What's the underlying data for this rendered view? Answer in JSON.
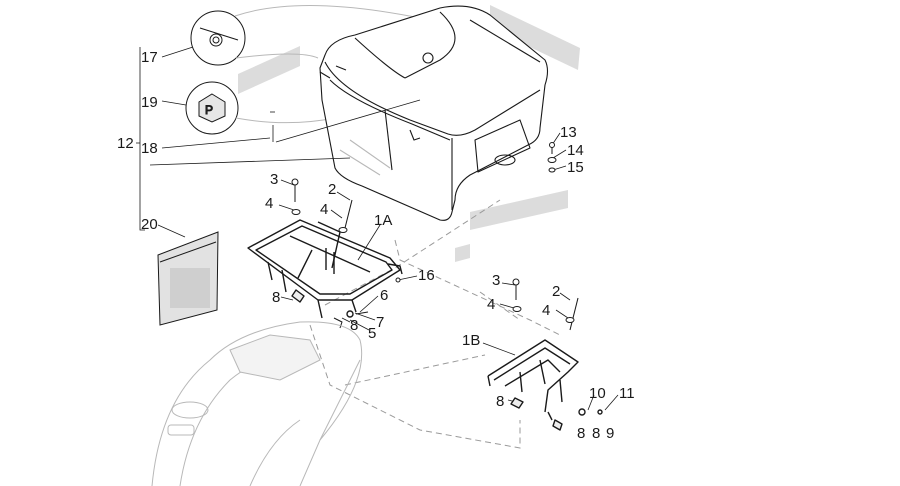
{
  "callouts": {
    "c17": "17",
    "c19": "19",
    "c12": "12",
    "c18": "18",
    "c20": "20",
    "c3a": "3",
    "c2a": "2",
    "c4a": "4",
    "c4b": "4",
    "c1a": "1A",
    "c16": "16",
    "c8a": "8",
    "c6": "6",
    "c8b": "8",
    "c7": "7",
    "c5": "5",
    "c13": "13",
    "c14": "14",
    "c15": "15",
    "c3b": "3",
    "c2b": "2",
    "c4c": "4",
    "c4d": "4",
    "c1b": "1B",
    "c8c": "8",
    "c10": "10",
    "c11": "11",
    "c8d": "8",
    "c9": "9"
  },
  "colors": {
    "line": "#1a1a1a",
    "panel": "#dcdcdc",
    "ghost": "#b8b8b8",
    "dash": "#9a9a9a"
  },
  "icons": {
    "brand_badge": "piaggio-logo-icon"
  }
}
